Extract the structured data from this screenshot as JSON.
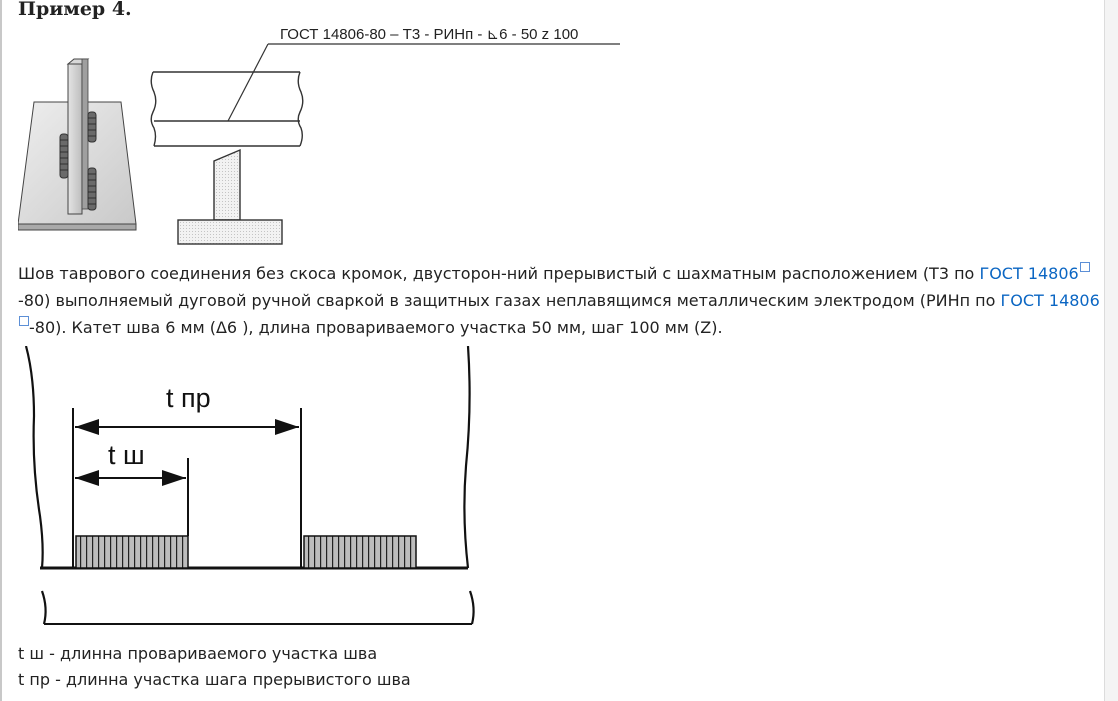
{
  "heading": "Пример 4.",
  "figure_top": {
    "designation": "ГОСТ 14806-80 – Т3 - РИНп - ⊾6 - 50 z 100"
  },
  "paragraph": {
    "part1": "Шов таврового соединения без скоса кромок, двусторон-ний прерывистый с шахматным расположением (Т3 по ",
    "link1": "ГОСТ 14806",
    "part2": "-80) выполняемый дуговой ручной сваркой в защитных газах неплавящимся металлическим электродом (РИНп по ",
    "link2": "ГОСТ 14806",
    "part3": "-80). Катет шва 6 мм (Δ6 ), длина провариваемого участка 50 мм, шаг 100 мм (Z)."
  },
  "figure_bottom": {
    "label_tpr": "t пр",
    "label_tsh": "t ш"
  },
  "legend": {
    "line1": "t ш - длинна провариваемого участка шва",
    "line2": "t пр - длинна участка шага прерывистого шва"
  },
  "colors": {
    "link": "#0b66c3",
    "text": "#222222"
  }
}
